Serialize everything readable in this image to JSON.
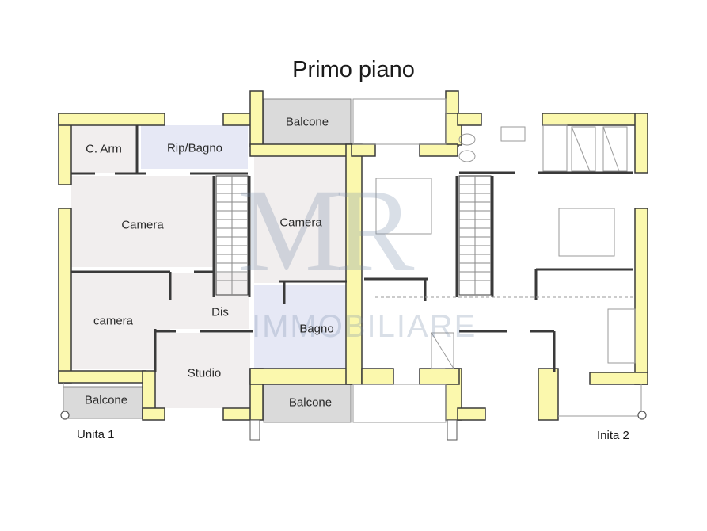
{
  "title": "Primo piano",
  "colors": {
    "wall": "#fbf8ad",
    "wall_stroke": "#3a3a3a",
    "room_floor": "#f1eeee",
    "bath_floor": "#e6e8f5",
    "balcony_floor": "#dadada",
    "watermark": "#8a9bb6"
  },
  "watermark": {
    "logo": "MR",
    "text": "IMMOBILIARE"
  },
  "units": [
    {
      "label": "Unita 1"
    },
    {
      "label": "Inita 2"
    }
  ],
  "rooms": [
    {
      "name": "C. Arm"
    },
    {
      "name": "Rip/Bagno"
    },
    {
      "name": "Balcone"
    },
    {
      "name": "Camera"
    },
    {
      "name": "Camera"
    },
    {
      "name": "camera"
    },
    {
      "name": "Dis"
    },
    {
      "name": "Bagno"
    },
    {
      "name": "Studio"
    },
    {
      "name": "Balcone"
    },
    {
      "name": "Balcone"
    }
  ]
}
